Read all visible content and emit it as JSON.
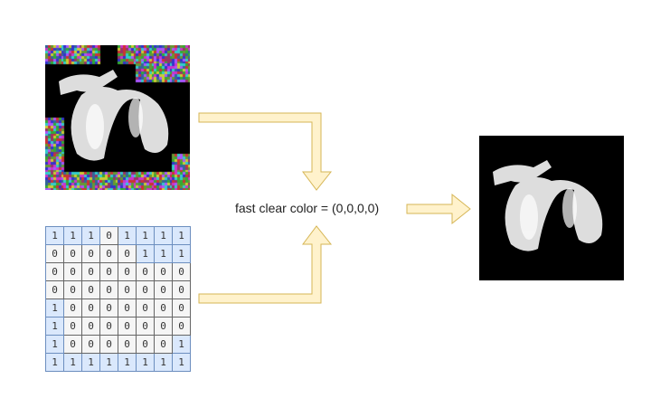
{
  "label": "fast clear color = (0,0,0,0)",
  "clear_mask": [
    [
      1,
      1,
      1,
      0,
      1,
      1,
      1,
      1
    ],
    [
      0,
      0,
      0,
      0,
      0,
      1,
      1,
      1
    ],
    [
      0,
      0,
      0,
      0,
      0,
      0,
      0,
      0
    ],
    [
      0,
      0,
      0,
      0,
      0,
      0,
      0,
      0
    ],
    [
      1,
      0,
      0,
      0,
      0,
      0,
      0,
      0
    ],
    [
      1,
      0,
      0,
      0,
      0,
      0,
      0,
      0
    ],
    [
      1,
      0,
      0,
      0,
      0,
      0,
      0,
      1
    ],
    [
      1,
      1,
      1,
      1,
      1,
      1,
      1,
      1
    ]
  ],
  "colors": {
    "arrow_fill": "#fff2cc",
    "arrow_stroke": "#d6b656",
    "cell_set": "#dae8fc",
    "cell_set_border": "#6c8ebf",
    "cell_clear": "#f5f5f5"
  }
}
